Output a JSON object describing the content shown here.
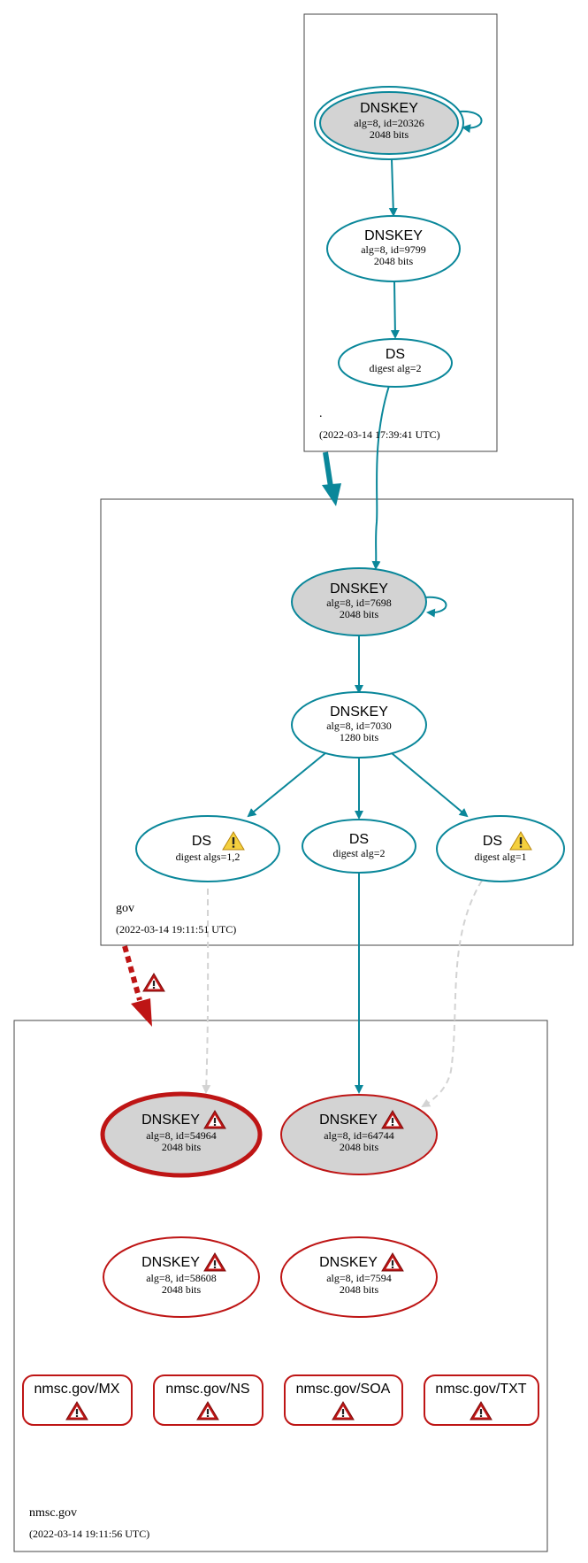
{
  "colors": {
    "ok": "#0a879a",
    "error": "#be1515",
    "warning": "#f4b81e",
    "insecure": "#d3d3d3",
    "node_fill": "#d3d3d3",
    "border": "#444444"
  },
  "zones": {
    "root": {
      "name": ".",
      "timestamp": "(2022-03-14 17:39:41 UTC)"
    },
    "gov": {
      "name": "gov",
      "timestamp": "(2022-03-14 19:11:51 UTC)"
    },
    "nmsc": {
      "name": "nmsc.gov",
      "timestamp": "(2022-03-14 19:11:56 UTC)"
    }
  },
  "nodes": {
    "root_ksk": {
      "title": "DNSKEY",
      "line1": "alg=8, id=20326",
      "line2": "2048 bits"
    },
    "root_zsk": {
      "title": "DNSKEY",
      "line1": "alg=8, id=9799",
      "line2": "2048 bits"
    },
    "root_ds": {
      "title": "DS",
      "line1": "digest alg=2"
    },
    "gov_ksk": {
      "title": "DNSKEY",
      "line1": "alg=8, id=7698",
      "line2": "2048 bits"
    },
    "gov_zsk": {
      "title": "DNSKEY",
      "line1": "alg=8, id=7030",
      "line2": "1280 bits"
    },
    "gov_ds1": {
      "title": "DS",
      "line1": "digest algs=1,2"
    },
    "gov_ds2": {
      "title": "DS",
      "line1": "digest alg=2"
    },
    "gov_ds3": {
      "title": "DS",
      "line1": "digest alg=1"
    },
    "nmsc_k1": {
      "title": "DNSKEY",
      "line1": "alg=8, id=54964",
      "line2": "2048 bits"
    },
    "nmsc_k2": {
      "title": "DNSKEY",
      "line1": "alg=8, id=64744",
      "line2": "2048 bits"
    },
    "nmsc_k3": {
      "title": "DNSKEY",
      "line1": "alg=8, id=58608",
      "line2": "2048 bits"
    },
    "nmsc_k4": {
      "title": "DNSKEY",
      "line1": "alg=8, id=7594",
      "line2": "2048 bits"
    },
    "rr_mx": {
      "title": "nmsc.gov/MX"
    },
    "rr_ns": {
      "title": "nmsc.gov/NS"
    },
    "rr_soa": {
      "title": "nmsc.gov/SOA"
    },
    "rr_txt": {
      "title": "nmsc.gov/TXT"
    }
  },
  "icons": {
    "warning": "warning-icon",
    "error": "error-icon"
  }
}
